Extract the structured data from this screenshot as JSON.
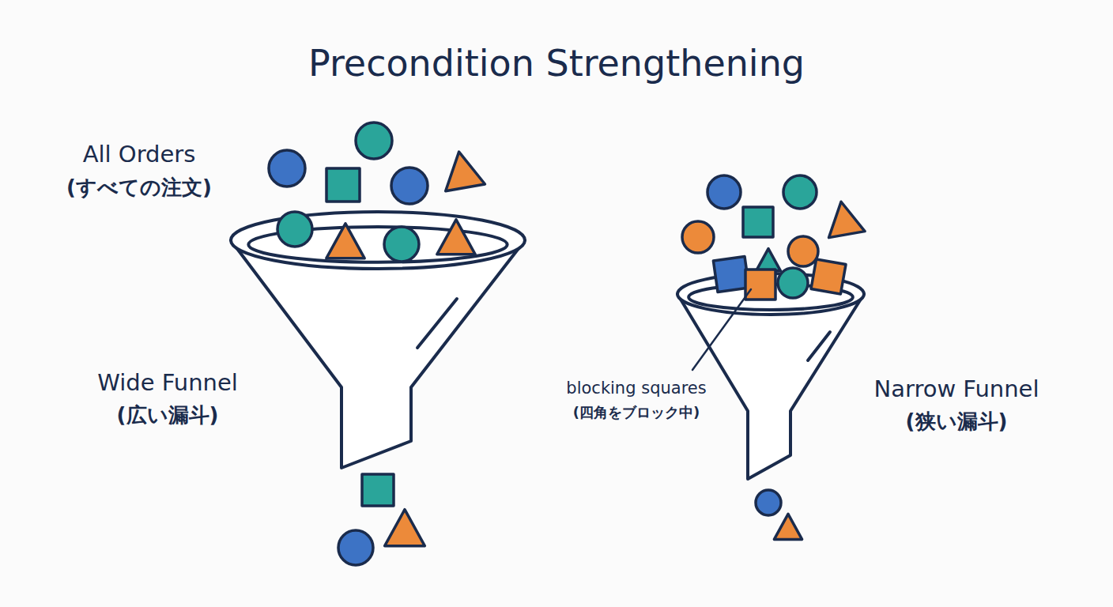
{
  "diagram": {
    "title": "Precondition Strengthening",
    "labels": [
      "All Orders",
      "(すべての注文)",
      "Wide Funnel",
      "(広い漏斗)",
      "blocking squares",
      "(四角をブロック中)",
      "Narrow Funnel",
      "(狭い漏斗)"
    ]
  }
}
